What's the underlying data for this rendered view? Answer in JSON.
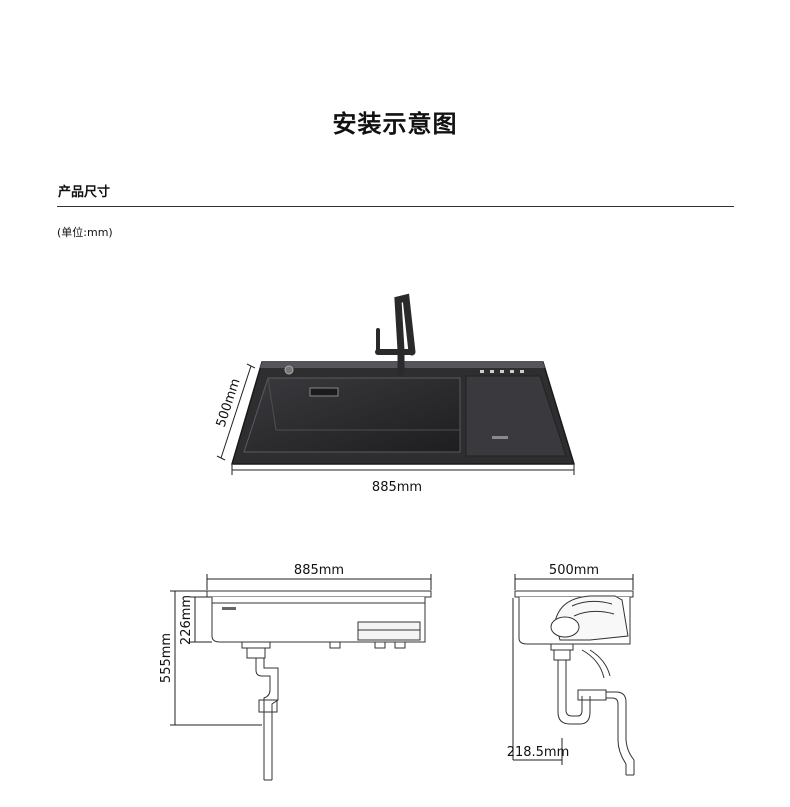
{
  "title": "安装示意图",
  "section_heading": "产品尺寸",
  "unit_note": "(单位:mm)",
  "top_view": {
    "width_label": "885mm",
    "depth_label": "500mm"
  },
  "front_view": {
    "width_label": "885mm",
    "bowl_depth_label": "226mm",
    "total_height_label": "555mm"
  },
  "side_view": {
    "depth_label": "500mm",
    "drain_offset_label": "218.5mm"
  },
  "colors": {
    "sink_body": "#2b2b2d",
    "sink_rim": "#4a4a4e",
    "line": "#333333"
  }
}
